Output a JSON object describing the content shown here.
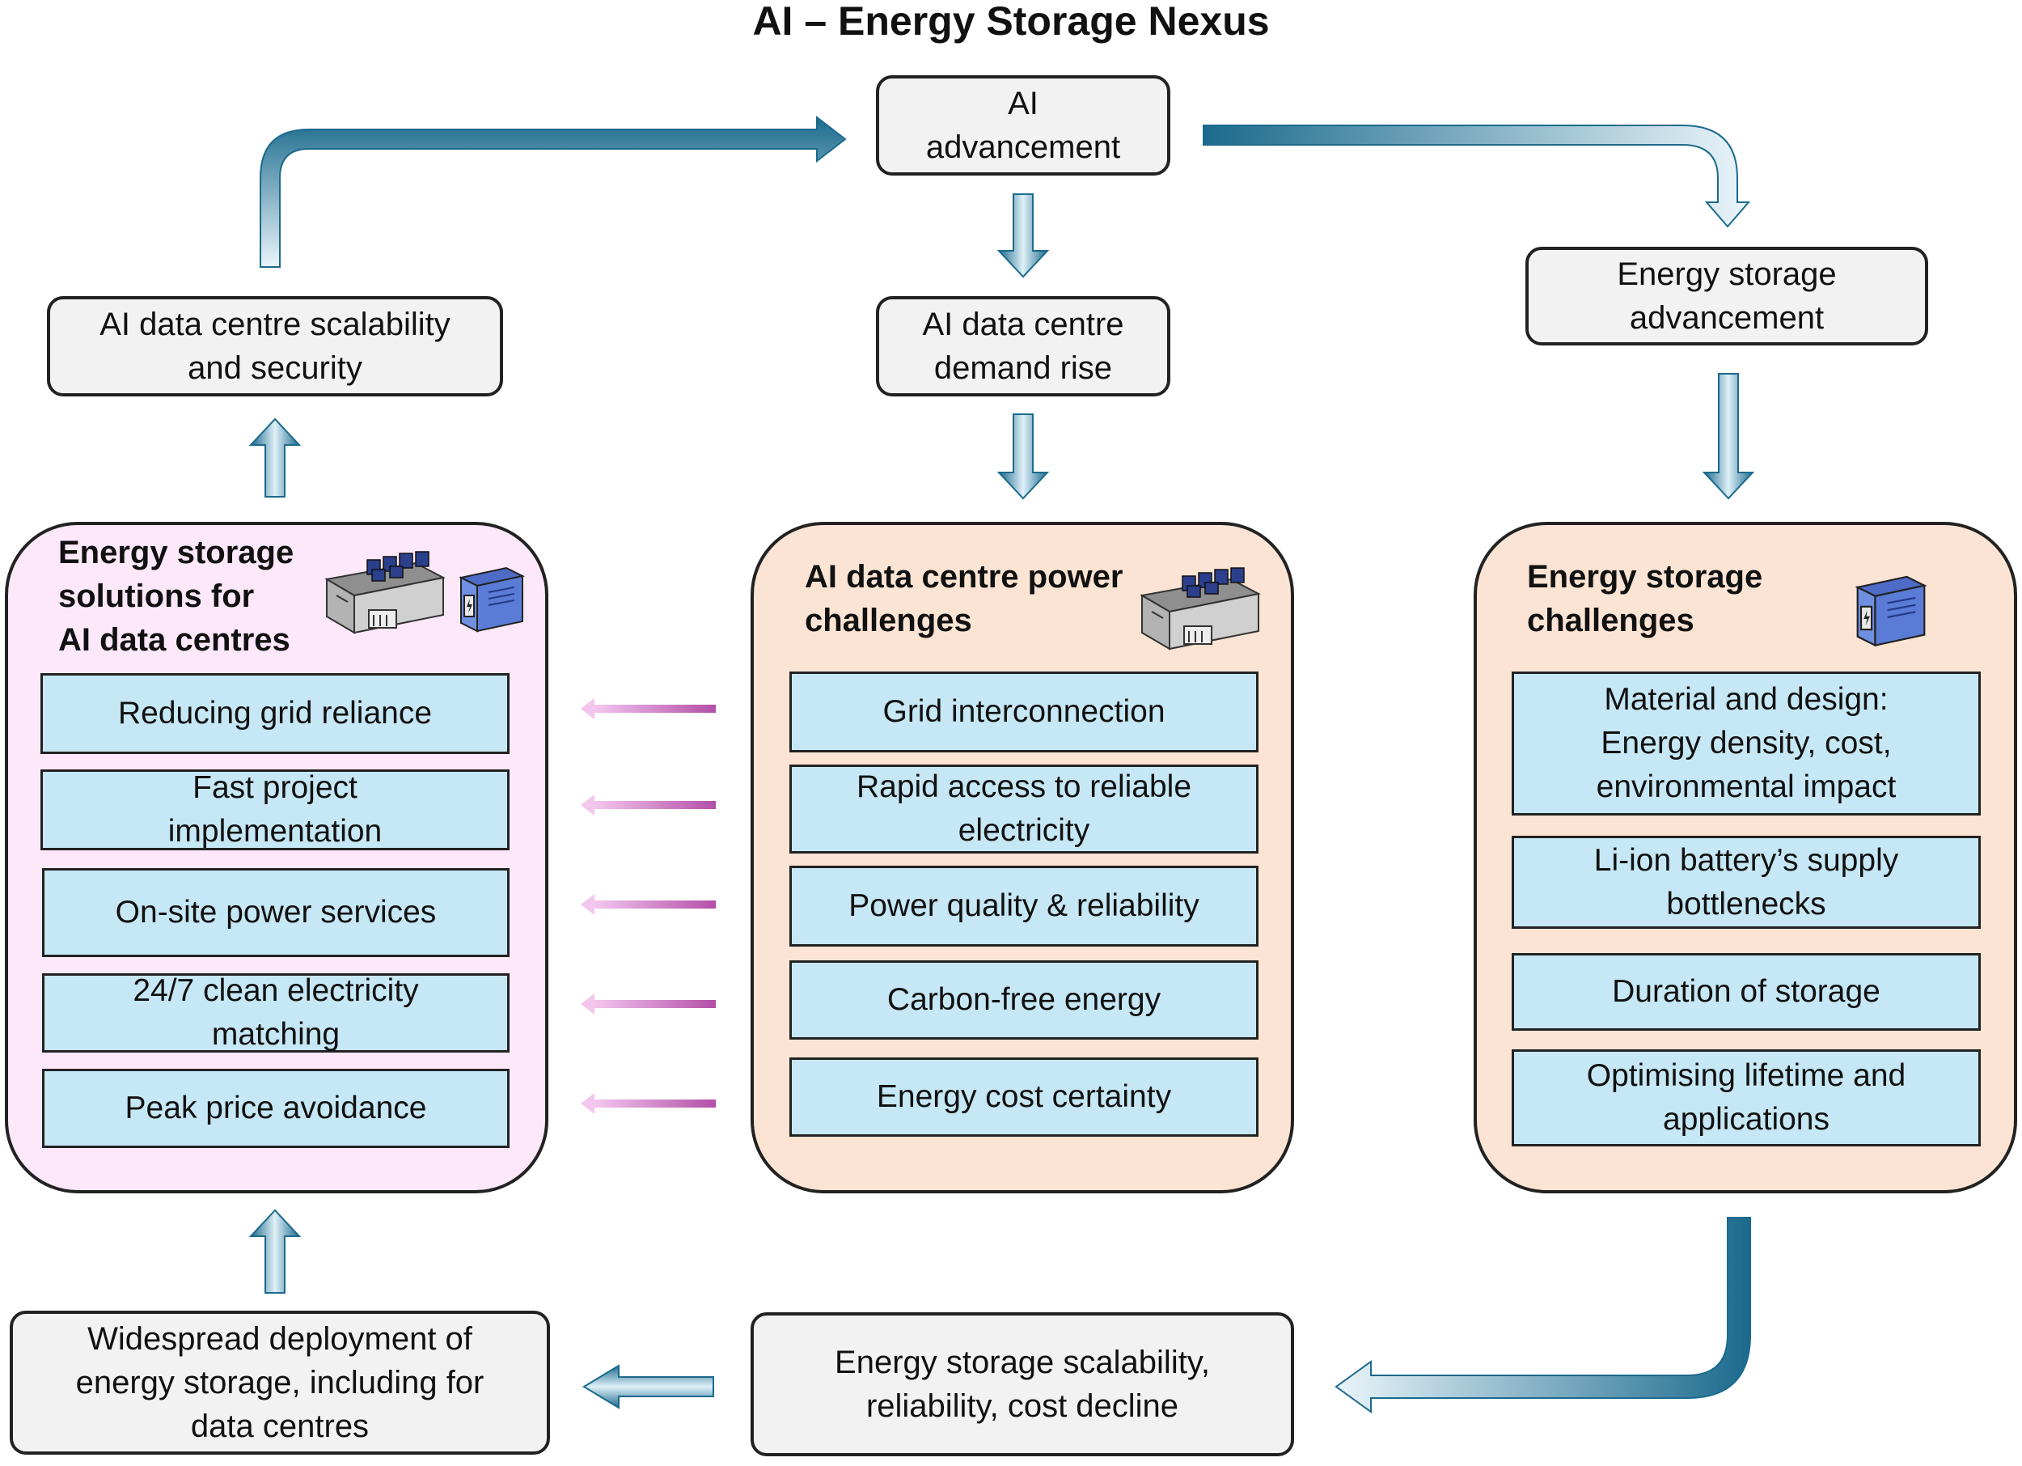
{
  "title": "AI – Energy Storage Nexus",
  "colors": {
    "arrow_dark": "#1b6a8d",
    "arrow_light": "#eaf5fa",
    "pink_arrow": "#b34fa8",
    "item_fill": "#c6e7f5",
    "panel_left_fill": "#fde8fa",
    "panel_right_fill": "#fce4d4",
    "node_fill": "#f2f2f2"
  },
  "nodes": {
    "ai_advancement": "AI\nadvancement",
    "energy_storage_advancement": "Energy storage\nadvancement",
    "demand_rise": "AI data centre\ndemand rise",
    "scalability_security": "AI data centre scalability\nand security",
    "widespread_deployment": "Widespread deployment of\nenergy storage, including for\ndata centres",
    "storage_scalability": "Energy storage  scalability,\nreliability, cost decline"
  },
  "panels": {
    "solutions": {
      "title": "Energy storage\nsolutions for\nAI data centres",
      "icons": [
        "data-centre-icon",
        "battery-icon"
      ],
      "items": [
        "Reducing grid reliance",
        "Fast project\nimplementation",
        "On-site power services",
        "24/7 clean electricity\nmatching",
        "Peak price avoidance"
      ]
    },
    "power_challenges": {
      "title": "AI data centre power\nchallenges",
      "icons": [
        "data-centre-icon"
      ],
      "items": [
        "Grid interconnection",
        "Rapid access to reliable\nelectricity",
        "Power quality & reliability",
        "Carbon-free energy",
        "Energy cost certainty"
      ]
    },
    "storage_challenges": {
      "title": "Energy storage\nchallenges",
      "icons": [
        "battery-icon"
      ],
      "items": [
        "Material and design:\nEnergy density, cost,\nenvironmental impact",
        "Li-ion battery’s supply\nbottlenecks",
        "Duration of storage",
        "Optimising lifetime and\napplications"
      ]
    }
  }
}
